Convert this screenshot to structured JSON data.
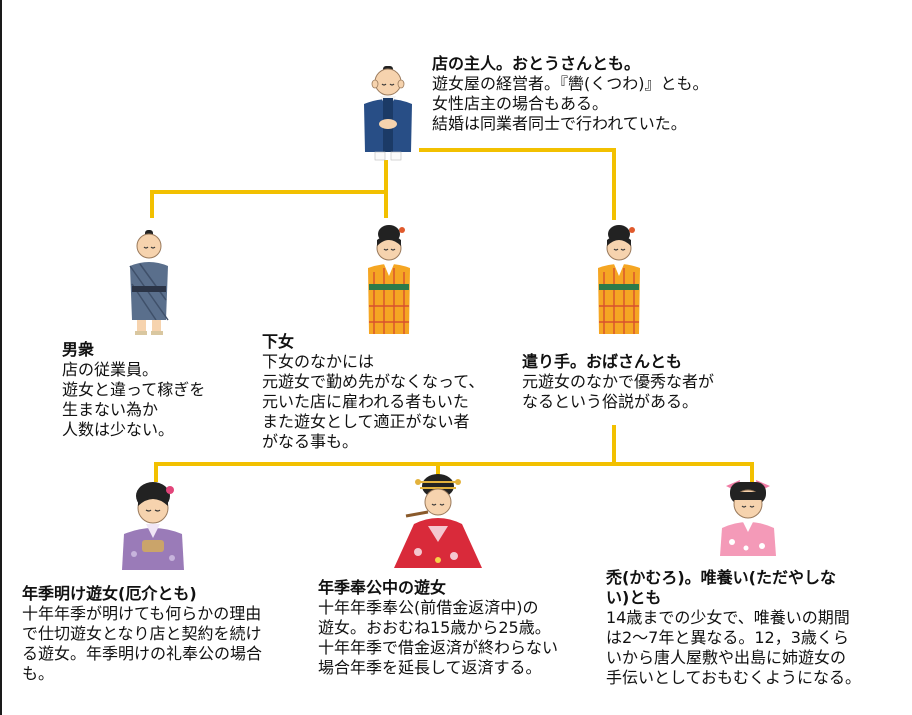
{
  "nodes": {
    "master": {
      "title": "店の主人。おとうさんとも。",
      "text": "遊女屋の経営者。『轡(くつわ)』とも。\n女性店主の場合もある。\n結婚は同業者同士で行われていた。"
    },
    "otoko": {
      "title": "男衆",
      "text": "店の従業員。\n遊女と違って稼ぎを\n生まない為か\n人数は少ない。"
    },
    "gejo": {
      "title": "下女",
      "text": "下女のなかには\n元遊女で勤め先がなくなって、\n元いた店に雇われる者もいた\nまた遊女として適正がない者\nがなる事も。"
    },
    "yarite": {
      "title": "遣り手。おばさんとも",
      "text": "元遊女のなかで優秀な者が\nなるという俗説がある。"
    },
    "nenkiake": {
      "title": "年季明け遊女(厄介とも)",
      "text": "十年年季が明けても何らかの理由\nで仕切遊女となり店と契約を続け\nる遊女。年季明けの礼奉公の場合\nも。"
    },
    "nenkihoko": {
      "title": "年季奉公中の遊女",
      "text": "十年年季奉公(前借金返済中)の\n遊女。おおむね15歳から25歳。\n十年年季で借金返済が終わらない\n場合年季を延長して返済する。"
    },
    "kamuro": {
      "title": "禿(かむろ)。唯養い(ただやしな\nい)とも",
      "text": "14歳までの少女で、唯養いの期間\nは2～7年と異なる。12，3歳くら\nいから唐人屋敷や出島に姉遊女の\n手伝いとしておもむくようになる。"
    }
  },
  "icons": [
    "master-figure-icon",
    "man-servant-figure-icon",
    "maid-figure-icon",
    "yarite-figure-icon",
    "veteran-courtesan-figure-icon",
    "courtesan-figure-icon",
    "kamuro-figure-icon"
  ],
  "colors": {
    "connector": "#f2c000"
  }
}
